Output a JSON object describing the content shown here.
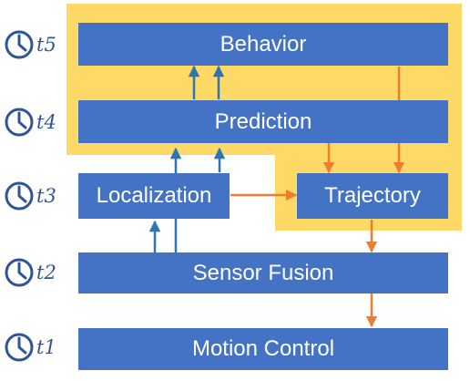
{
  "colors": {
    "box_fill": "#4472c4",
    "highlight": "#ffd966",
    "blue_arrow": "#2e75b6",
    "orange_arrow": "#ed7d31",
    "clock": "#2f5597"
  },
  "modules": {
    "behavior": "Behavior",
    "prediction": "Prediction",
    "localization": "Localization",
    "trajectory": "Trajectory",
    "sensor_fusion": "Sensor Fusion",
    "motion_control": "Motion Control"
  },
  "time_steps": [
    {
      "icon": "clock-icon",
      "base": "t",
      "sub": "5"
    },
    {
      "icon": "clock-icon",
      "base": "t",
      "sub": "4"
    },
    {
      "icon": "clock-icon",
      "base": "t",
      "sub": "3"
    },
    {
      "icon": "clock-icon",
      "base": "t",
      "sub": "2"
    },
    {
      "icon": "clock-icon",
      "base": "t",
      "sub": "1"
    }
  ]
}
